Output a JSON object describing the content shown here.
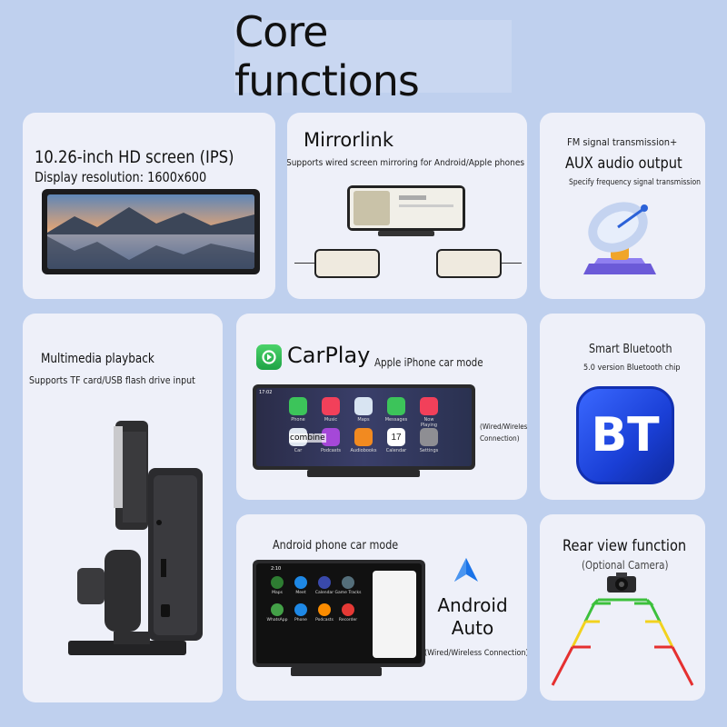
{
  "page": {
    "title": "Core functions",
    "background": "#bfd0ee"
  },
  "cards": {
    "hd_screen": {
      "title": "10.26-inch HD screen (IPS)",
      "subtitle": "Display resolution: 1600x600"
    },
    "mirrorlink": {
      "title": "Mirrorlink",
      "subtitle": "Supports wired screen mirroring for Android/Apple phones"
    },
    "fm": {
      "line1": "FM signal transmission+",
      "line2": "AUX audio output",
      "line3": "Specify frequency signal transmission"
    },
    "multimedia": {
      "title": "Multimedia playback",
      "subtitle": "Supports TF card/USB flash drive input"
    },
    "carplay": {
      "logo_text": "CarPlay",
      "mode": "Apple iPhone car mode",
      "connection": "(Wired/Wireless Connection)",
      "overlay": "combine",
      "screen_time": "17:02",
      "apps": [
        "Phone",
        "Music",
        "Maps",
        "Messages",
        "Now Playing",
        "Car",
        "Podcasts",
        "Audiobooks",
        "Calendar",
        "Settings"
      ],
      "calendar_day": "17"
    },
    "bluetooth": {
      "title": "Smart Bluetooth",
      "subtitle": "5.0 version Bluetooth chip",
      "badge": "BT",
      "badge_color": "#1a3fd6"
    },
    "android": {
      "mode": "Android phone car mode",
      "logo_line1": "Android",
      "logo_line2": "Auto",
      "connection": "(Wired/Wireless Connection)",
      "screen_time": "2:10",
      "apps": [
        "Maps",
        "Meet",
        "Calendar",
        "Game Tracks",
        "WhatsApp",
        "Phone",
        "Podcasts",
        "Recorder"
      ]
    },
    "rear_view": {
      "title": "Rear view function",
      "subtitle": "(Optional Camera)"
    }
  }
}
